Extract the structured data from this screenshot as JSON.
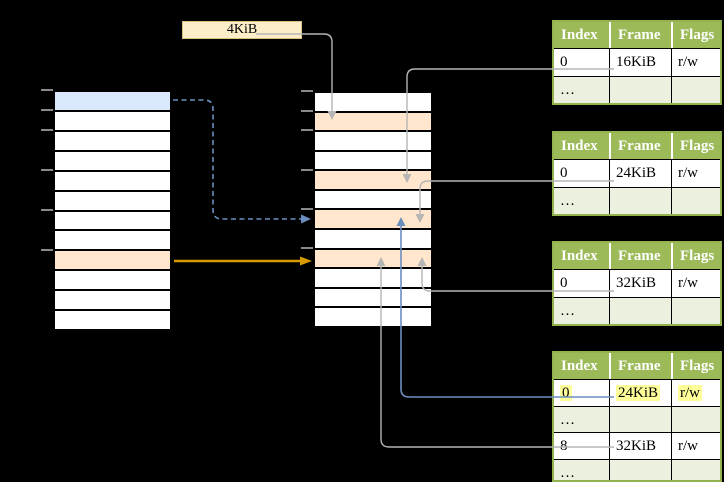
{
  "colors": {
    "background": "#000000",
    "gray_line": "#B5B5B5",
    "blue_line": "#6C8EBF",
    "orange_line": "#D79B00",
    "table_header_bg": "#9CBA58",
    "table_border": "#94B24E",
    "table_alt_row_bg": "#EBF1DE",
    "highlight_yellow": "#FEFF99",
    "row_blue": "#DAE8FC",
    "row_orange": "#FFE6CC",
    "label_box_bg": "#FCEEC9",
    "label_box_border": "#D9C27E",
    "tick_color": "#8A8A8A"
  },
  "page_size_label": {
    "text": "4KiB"
  },
  "memory_columns": {
    "left": {
      "rows": 12,
      "highlights": {
        "0": "blue",
        "8": "orange"
      },
      "tick_rows": [
        0,
        1,
        2,
        4,
        6,
        8
      ]
    },
    "middle": {
      "rows": 12,
      "highlights": {
        "1": "orange",
        "4": "orange",
        "6": "orange",
        "8": "orange"
      },
      "tick_rows": [
        0,
        1,
        2,
        4,
        6,
        8
      ]
    }
  },
  "tables": [
    {
      "name": "page-table-16kib",
      "columns": [
        "Index",
        "Frame",
        "Flags"
      ],
      "rows": [
        {
          "cells": [
            "0",
            "16KiB",
            "r/w"
          ]
        },
        {
          "cells": [
            "…",
            "",
            ""
          ],
          "dots": true
        }
      ]
    },
    {
      "name": "page-table-24kib",
      "columns": [
        "Index",
        "Frame",
        "Flags"
      ],
      "rows": [
        {
          "cells": [
            "0",
            "24KiB",
            "r/w"
          ]
        },
        {
          "cells": [
            "…",
            "",
            ""
          ],
          "dots": true
        }
      ]
    },
    {
      "name": "page-table-32kib",
      "columns": [
        "Index",
        "Frame",
        "Flags"
      ],
      "rows": [
        {
          "cells": [
            "0",
            "32KiB",
            "r/w"
          ]
        },
        {
          "cells": [
            "…",
            "",
            ""
          ],
          "dots": true
        }
      ]
    },
    {
      "name": "level2-page-table",
      "columns": [
        "Index",
        "Frame",
        "Flags"
      ],
      "rows": [
        {
          "cells": [
            "0",
            "24KiB",
            "r/w"
          ],
          "highlighted": true
        },
        {
          "cells": [
            "…",
            "",
            ""
          ],
          "dots": true
        },
        {
          "cells": [
            "8",
            "32KiB",
            "r/w"
          ]
        },
        {
          "cells": [
            "…",
            "",
            ""
          ],
          "dots": true
        }
      ]
    }
  ]
}
